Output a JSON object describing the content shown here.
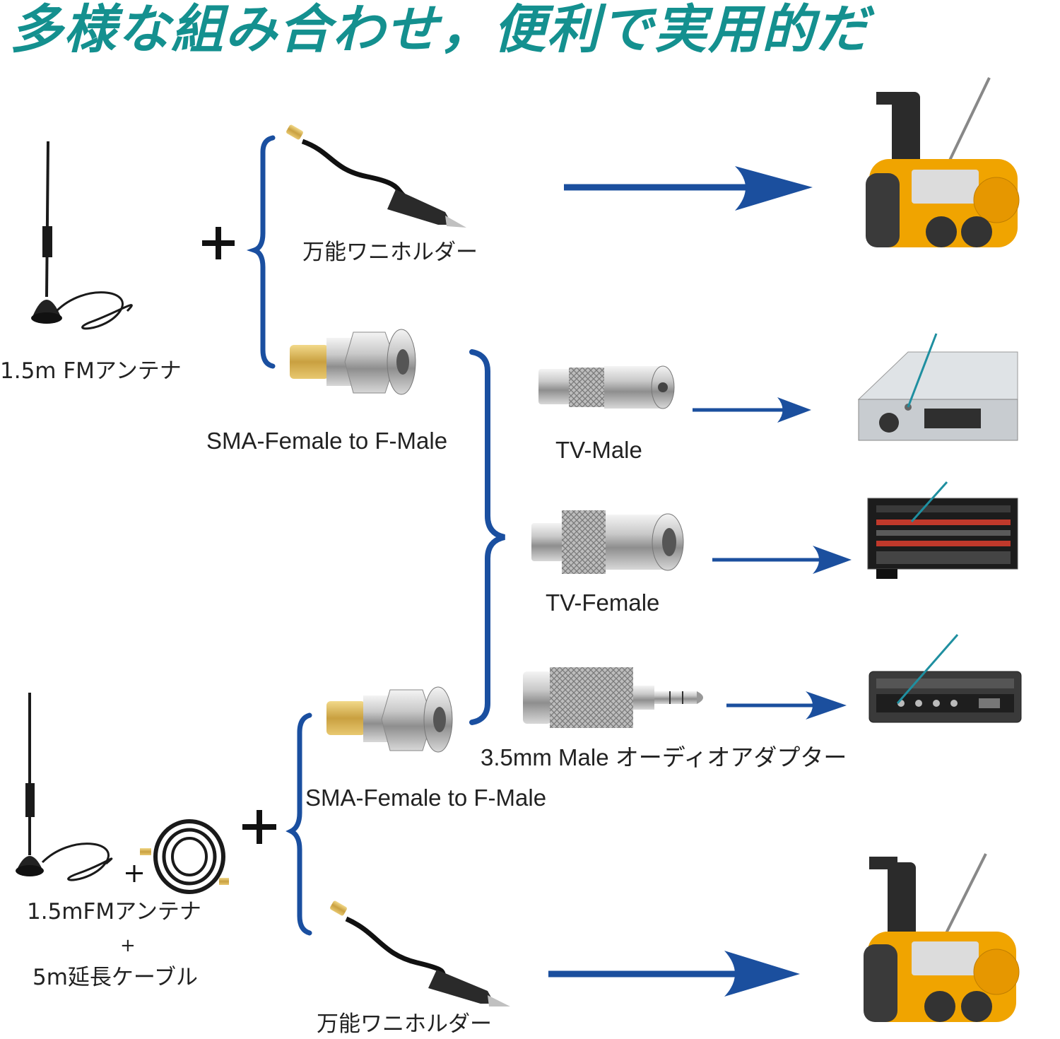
{
  "title": "多様な組み合わせ，便利で実用的だ",
  "colors": {
    "title": "#14908f",
    "arrow": "#1b4f9e",
    "brace": "#1a4fa0",
    "radio_body": "#f0a400"
  },
  "antennas": {
    "top_label": "1.5m FMアンテナ",
    "bottom_label_line1": "1.5mFMアンテナ",
    "bottom_label_plus": "+",
    "bottom_label_line2": "5m延長ケーブル"
  },
  "plus_sign": "+",
  "adapters": {
    "clip_top": "万能ワニホルダー",
    "sma_top": "SMA-Female to F-Male",
    "sma_bottom": "SMA-Female to F-Male",
    "clip_bottom": "万能ワニホルダー"
  },
  "connectors": {
    "tv_male": "TV-Male",
    "tv_female": "TV-Female",
    "mm35": "3.5mm Male オーディオアダプター"
  },
  "devices": [
    "hand-crank-radio",
    "tv-receiver",
    "av-receiver",
    "audio-amplifier",
    "hand-crank-radio"
  ]
}
